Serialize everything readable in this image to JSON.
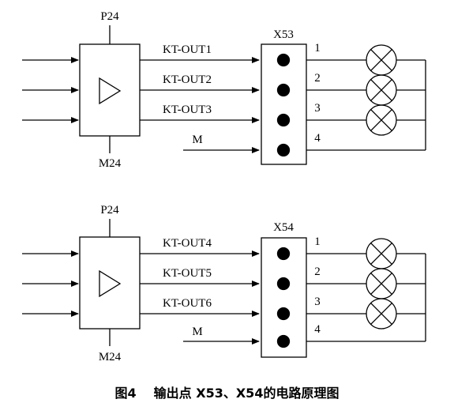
{
  "circuits": [
    {
      "supply_label": "P24",
      "ground_label": "M24",
      "connector_label": "X53",
      "signal_labels": [
        "KT-OUT1",
        "KT-OUT2",
        "KT-OUT3",
        "M"
      ],
      "pin_labels": [
        "1",
        "2",
        "3",
        "4"
      ]
    },
    {
      "supply_label": "P24",
      "ground_label": "M24",
      "connector_label": "X54",
      "signal_labels": [
        "KT-OUT4",
        "KT-OUT5",
        "KT-OUT6",
        "M"
      ],
      "pin_labels": [
        "1",
        "2",
        "3",
        "4"
      ]
    }
  ],
  "caption": {
    "figure_number": "图4",
    "title": "输出点 X53、X54的电路原理图"
  }
}
